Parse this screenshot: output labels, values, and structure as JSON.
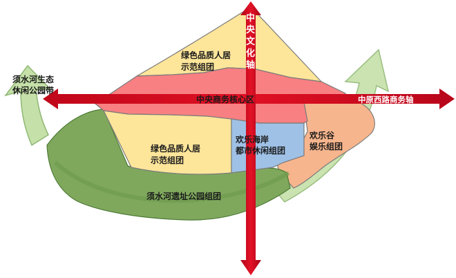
{
  "zones": {
    "green_quality_north": {
      "line1": "绿色品质人居",
      "line2": "示范组团"
    },
    "central_business": {
      "label": "中央商务核心区"
    },
    "green_quality_south": {
      "line1": "绿色品质人居",
      "line2": "示范组团"
    },
    "coast_leisure": {
      "line1": "欢乐海岸",
      "line2": "都市休闲组团"
    },
    "valley_entertainment": {
      "line1": "欢乐谷",
      "line2": "娱乐组团"
    },
    "river_park": {
      "label": "须水河遗址公园组团"
    }
  },
  "axes": {
    "culture_axis": {
      "label": [
        "中",
        "央",
        "文",
        "化",
        "轴"
      ]
    },
    "business_axis": {
      "label": "中原西路商务轴"
    },
    "eco_belt": {
      "line1": "须水河生态",
      "line2": "休闲公园带"
    }
  },
  "colors": {
    "yellow_zone": "#fde59a",
    "pink_zone": "#f88082",
    "blue_zone": "#9fc1e6",
    "orange_zone": "#f7b58d",
    "green_belt": "#7fa85d",
    "light_green_arrow": "#c4e0a6",
    "red_axis": "#c2081a"
  }
}
